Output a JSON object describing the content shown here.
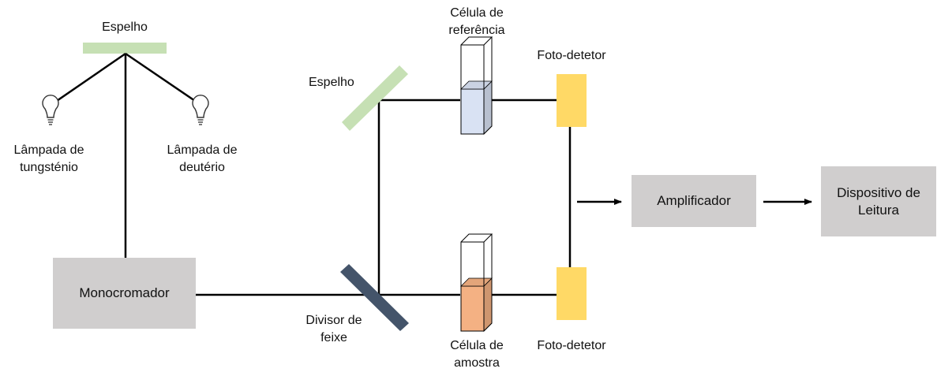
{
  "colors": {
    "mirror": "#c6e0b4",
    "splitter": "#44546a",
    "detector": "#ffd966",
    "box": "#d0cece",
    "reference_liquid": "#d9e2f3",
    "sample_liquid": "#f4b183",
    "line": "#000000"
  },
  "labels": {
    "mirror_top": "Espelho",
    "lamp_tungsten_line1": "Lâmpada de",
    "lamp_tungsten_line2": "tungsténio",
    "lamp_deuterium_line1": "Lâmpada de",
    "lamp_deuterium_line2": "deutério",
    "monochromator": "Monocromador",
    "mirror_angled": "Espelho",
    "beam_splitter_line1": "Divisor de",
    "beam_splitter_line2": "feixe",
    "reference_cell_line1": "Célula de",
    "reference_cell_line2": "referência",
    "sample_cell_line1": "Célula de",
    "sample_cell_line2": "amostra",
    "detector_top": "Foto-detetor",
    "detector_bottom": "Foto-detetor",
    "amplifier": "Amplificador",
    "readout_line1": "Dispositivo de",
    "readout_line2": "Leitura"
  },
  "icons": {
    "lamp": "lightbulb-icon"
  }
}
